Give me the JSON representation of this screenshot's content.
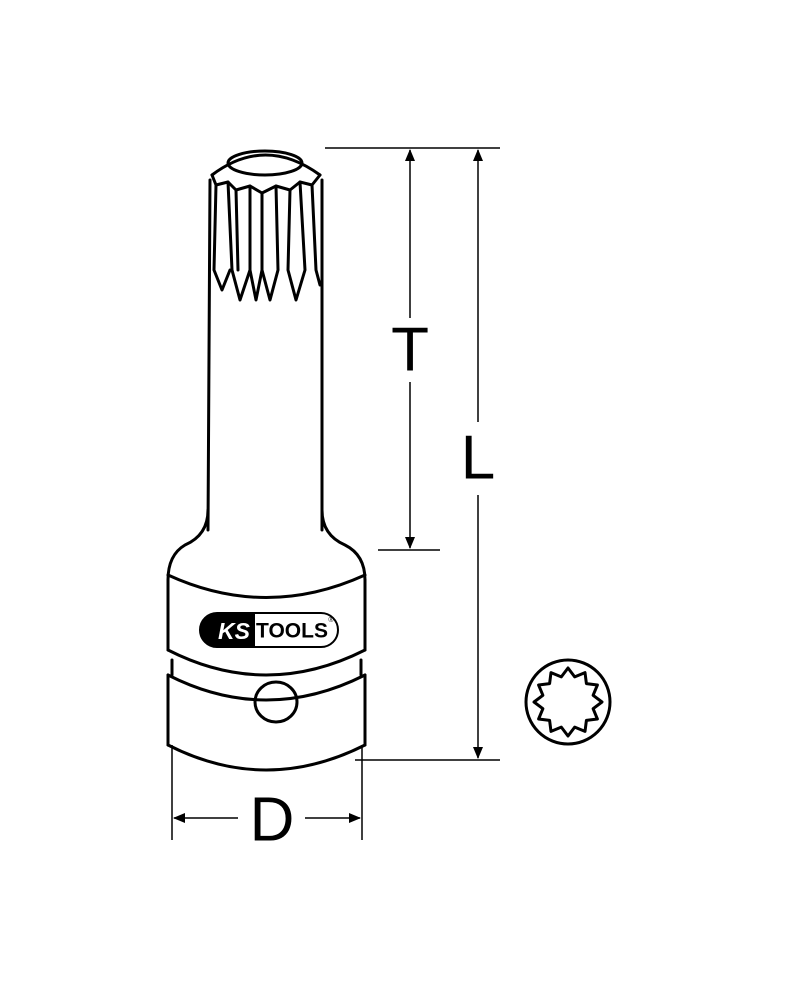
{
  "diagram": {
    "labels": {
      "T": "T",
      "L": "L",
      "D": "D"
    },
    "logo": {
      "left": "KS",
      "right": "TOOLS",
      "mark": "®"
    },
    "colors": {
      "line": "#000000",
      "background": "#ffffff"
    }
  }
}
